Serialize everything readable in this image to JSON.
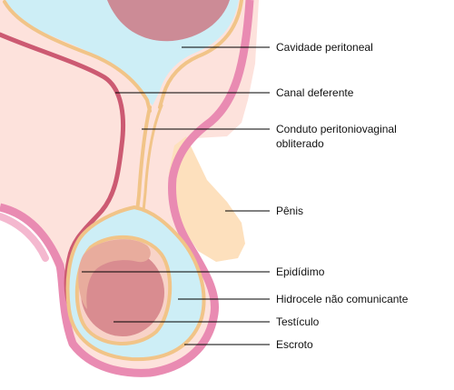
{
  "labels": {
    "peritoneal_cavity": "Cavidade peritoneal",
    "vas_deferens": "Canal deferente",
    "obliterated_duct_line1": "Conduto peritoniovaginal",
    "obliterated_duct_line2": "obliterado",
    "penis": "Pênis",
    "epididymis": "Epidídimo",
    "hydrocele": "Hidrocele não comunicante",
    "testis": "Testículo",
    "scrotum": "Escroto"
  },
  "colors": {
    "skin_pink": "#e98bb2",
    "body_fill": "#fde2dc",
    "fluid_blue": "#cdeef6",
    "membrane_tan": "#f1c488",
    "penis_peach": "#fde0bd",
    "vas_red": "#cc5a72",
    "bowel_mauve": "#cc8b96",
    "testis_rose": "#d98c90",
    "epididymis_salmon": "#e8ac9d",
    "leader_line": "#000000"
  }
}
